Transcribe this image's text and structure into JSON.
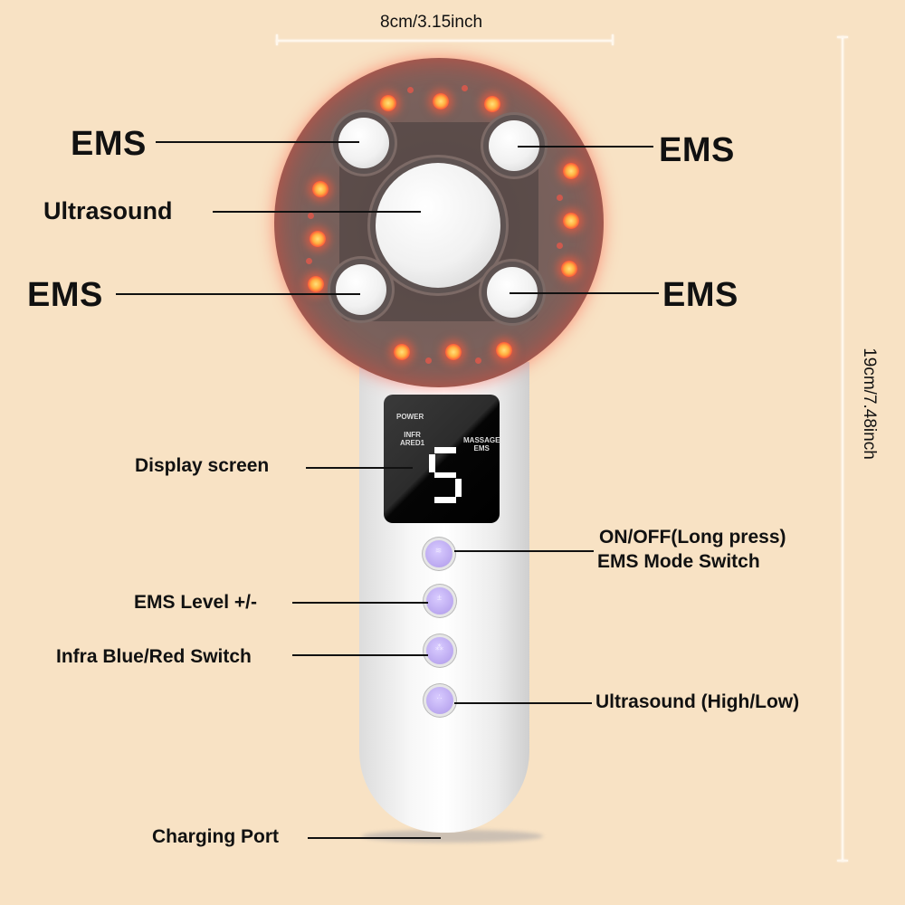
{
  "dimensions": {
    "width_label": "8cm/3.15inch",
    "height_label": "19cm/7.48inch"
  },
  "head_labels": {
    "top_left": "EMS",
    "top_right": "EMS",
    "center": "Ultrasound",
    "bottom_left": "EMS",
    "bottom_right": "EMS"
  },
  "display": {
    "label": "Display screen",
    "power_text": "POWER",
    "infrared_text_1": "INFR",
    "infrared_text_2": "ARED1",
    "massage_text_1": "MASSAGE",
    "massage_text_2": "EMS",
    "digit": "5"
  },
  "buttons": [
    {
      "label_line1": "ON/OFF(Long press)",
      "label_line2": "EMS Mode Switch",
      "side": "right",
      "glyph": "≋"
    },
    {
      "label_line1": "EMS Level +/-",
      "side": "left",
      "glyph": "±"
    },
    {
      "label_line1": "Infra Blue/Red Switch",
      "side": "left",
      "glyph": "⁂"
    },
    {
      "label_line1": "Ultrasound (High/Low)",
      "side": "right",
      "glyph": "∴"
    }
  ],
  "charging_port_label": "Charging Port",
  "colors": {
    "background": "#f8e2c4",
    "led_red": "#ff5a3a",
    "button_purple": "#bba8f0",
    "screen_black": "#000000"
  }
}
